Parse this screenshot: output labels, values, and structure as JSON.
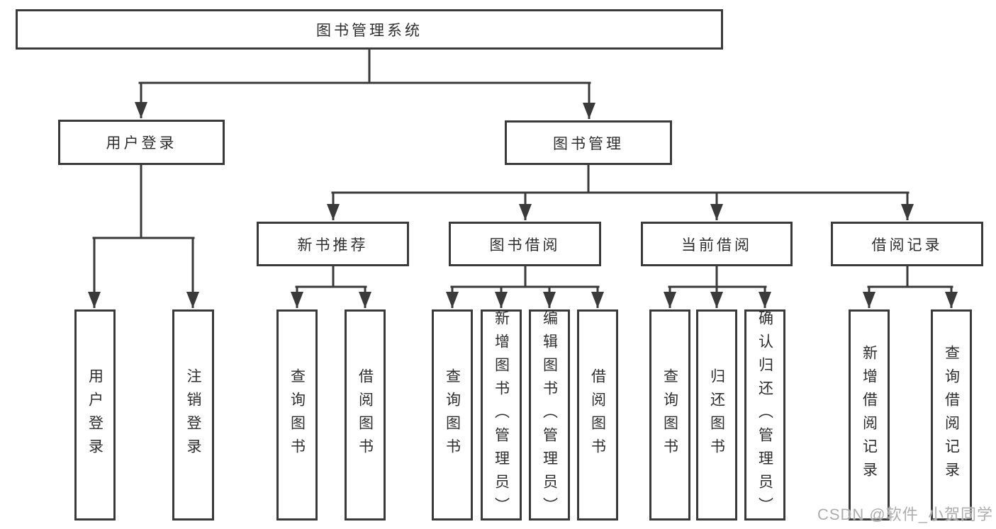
{
  "page": {
    "background": "#ffffff"
  },
  "colors": {
    "line": "#3a3a3a",
    "box_border": "#3a3a3a",
    "text": "#2e2e2e",
    "watermark": "#969696"
  },
  "watermark": {
    "text": "CSDN @软件_小贺同学"
  },
  "tree": {
    "root": {
      "label": "图书管理系统"
    },
    "branches": [
      {
        "label": "用户登录",
        "children": [
          {
            "label": "用户登录"
          },
          {
            "label": "注销登录"
          }
        ]
      },
      {
        "label": "图书管理",
        "sections": [
          {
            "label": "新书推荐",
            "children": [
              {
                "label": "查询图书"
              },
              {
                "label": "借阅图书"
              }
            ]
          },
          {
            "label": "图书借阅",
            "children": [
              {
                "label": "查询图书"
              },
              {
                "label": "新增图书（管理员）"
              },
              {
                "label": "编辑图书（管理员）"
              },
              {
                "label": "借阅图书"
              }
            ]
          },
          {
            "label": "当前借阅",
            "children": [
              {
                "label": "查询图书"
              },
              {
                "label": "归还图书"
              },
              {
                "label": "确认归还（管理员）"
              }
            ]
          },
          {
            "label": "借阅记录",
            "children": [
              {
                "label": "新增借阅记录"
              },
              {
                "label": "查询借阅记录"
              }
            ]
          }
        ]
      }
    ]
  }
}
